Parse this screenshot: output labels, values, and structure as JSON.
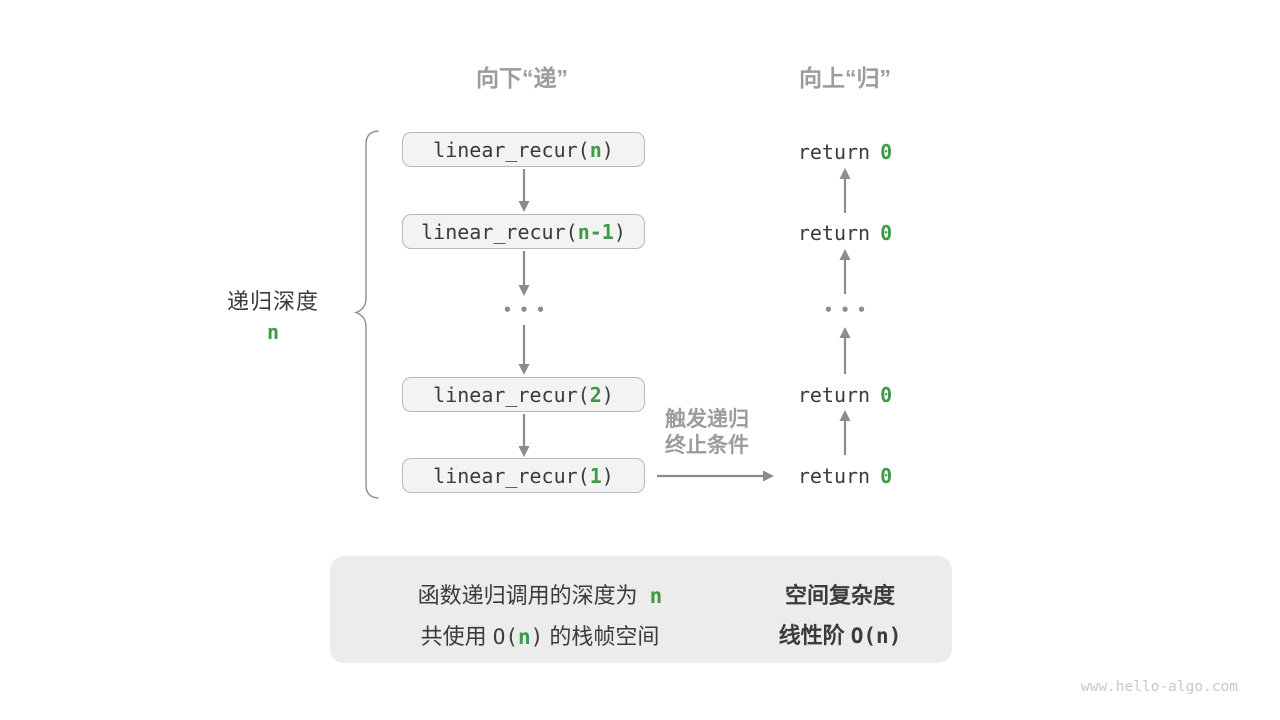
{
  "headers": {
    "down": "向下“递”",
    "up": "向上“归”"
  },
  "depth": {
    "label": "递归深度",
    "value": "n"
  },
  "calls": [
    {
      "prefix": "linear_recur(",
      "arg": "n",
      "suffix": ")"
    },
    {
      "prefix": "linear_recur(",
      "arg": "n-1",
      "suffix": ")"
    },
    {
      "prefix": "linear_recur(",
      "arg": "2",
      "suffix": ")"
    },
    {
      "prefix": "linear_recur(",
      "arg": "1",
      "suffix": ")"
    }
  ],
  "returns": [
    {
      "keyword": "return",
      "value": "0"
    },
    {
      "keyword": "return",
      "value": "0"
    },
    {
      "keyword": "return",
      "value": "0"
    },
    {
      "keyword": "return",
      "value": "0"
    }
  ],
  "ellipsis": "•••",
  "base_case": {
    "line1": "触发递归",
    "line2": "终止条件"
  },
  "summary": {
    "line1_text": "函数递归调用的深度为",
    "line1_value": "n",
    "line2_pre": "共使用 ",
    "line2_o": "O(",
    "line2_n": "n",
    "line2_close": ")",
    "line2_post": " 的栈帧空间",
    "title": "空间复杂度",
    "result_label": "线性阶 ",
    "result_code": "O(n)"
  },
  "watermark": "www.hello-algo.com",
  "colors": {
    "green": "#3f9a48",
    "blue": "#0b84d8",
    "arrow_gray": "#8c8c8c",
    "heading_gray": "#9c9c9c"
  }
}
